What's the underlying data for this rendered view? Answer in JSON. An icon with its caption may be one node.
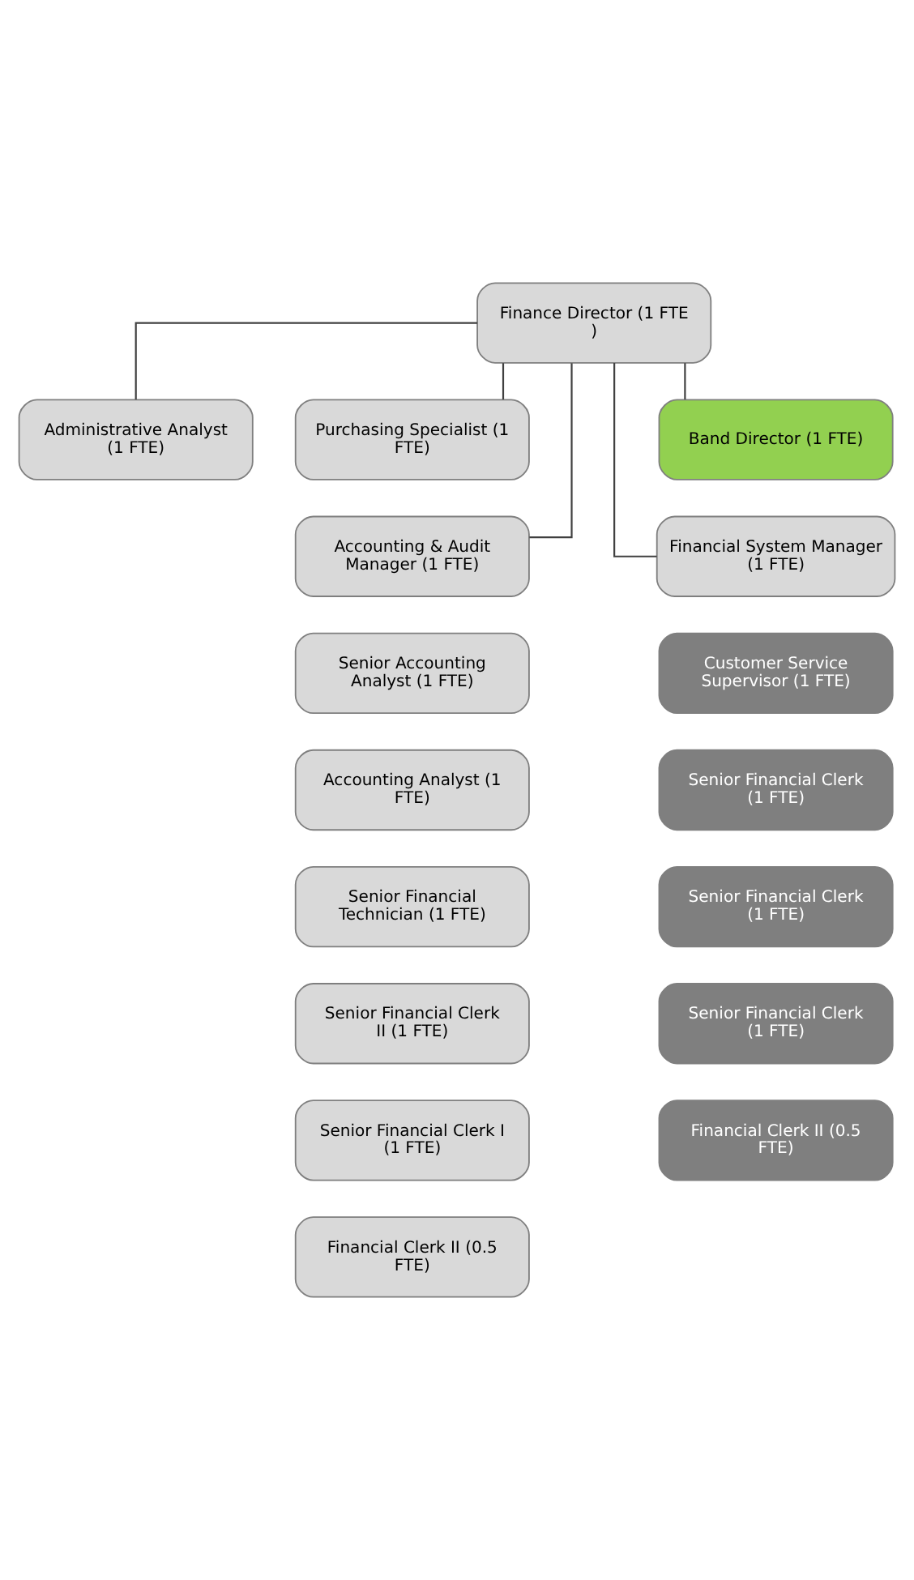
{
  "diagram": {
    "nodes": [
      {
        "text": [
          "Finance Director (1 FTE )"
        ]
      },
      {
        "text": [
          "Administrative Analyst (1 FTE)"
        ]
      },
      {
        "text": [
          "Purchasing Specialist (1 FTE)"
        ]
      },
      {
        "text": [
          "Band Director (1 FTE)"
        ]
      },
      {
        "text": [
          "Accounting & Audit Manager (1 FTE)"
        ]
      },
      {
        "text": [
          "Financial System Manager (1 FTE)"
        ]
      },
      {
        "text": [
          "Senior Accounting Analyst (1 FTE)"
        ]
      },
      {
        "text": [
          "Customer Service Supervisor (1 FTE)"
        ]
      },
      {
        "text": [
          "Accounting Analyst (1 FTE)"
        ]
      },
      {
        "text": [
          "Senior Financial Clerk (1 FTE)"
        ]
      },
      {
        "text": [
          "Senior Financial Technician (1 FTE)"
        ]
      },
      {
        "text": [
          "Senior Financial Clerk (1 FTE)"
        ]
      },
      {
        "text": [
          "Senior Financial Clerk II (1 FTE)"
        ]
      },
      {
        "text": [
          "Senior Financial Clerk (1 FTE)"
        ]
      },
      {
        "text": [
          "Senior Financial Clerk I (1 FTE)"
        ]
      },
      {
        "text": [
          "Financial Clerk II (0.5 FTE)"
        ]
      },
      {
        "text": [
          "Financial Clerk II (0.5 FTE)"
        ]
      }
    ],
    "edges": [
      {
        "from": 0,
        "to": 1,
        "arrow": "none"
      },
      {
        "from": 0,
        "to": 2,
        "arrow": "none"
      },
      {
        "from": 0,
        "to": 3,
        "arrow": "none"
      },
      {
        "from": 0,
        "to": 4,
        "arrow": "none"
      },
      {
        "from": 0,
        "to": 5,
        "arrow": "none"
      }
    ]
  }
}
